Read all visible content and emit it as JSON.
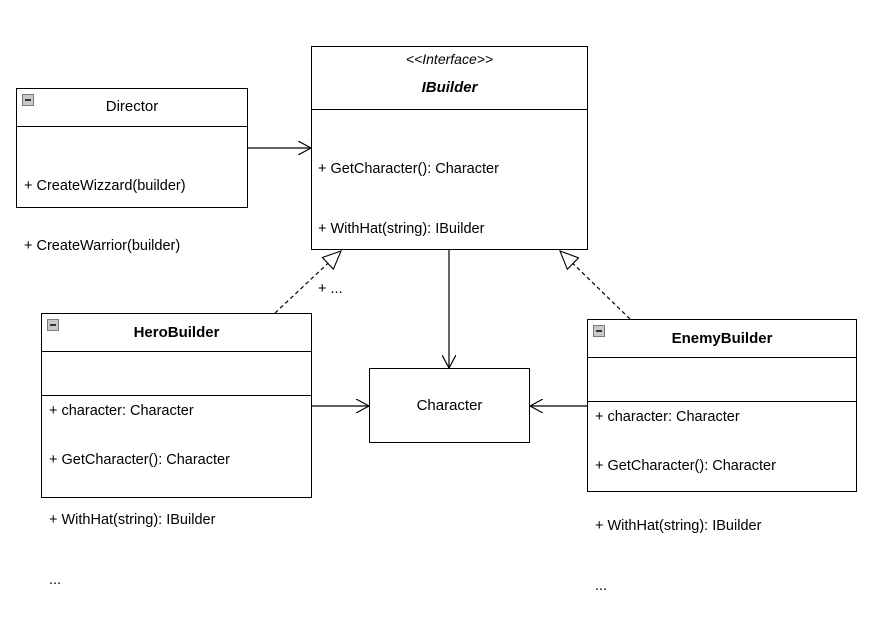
{
  "director": {
    "name": "Director",
    "methods": [
      "+ CreateWizzard(builder)",
      "+ CreateWarrior(builder)"
    ]
  },
  "ibuilder": {
    "stereotype": "<<Interface>>",
    "name": "IBuilder",
    "methods": [
      "+ GetCharacter(): Character",
      "+ WithHat(string): IBuilder",
      "+ ..."
    ]
  },
  "herobuilder": {
    "name": "HeroBuilder",
    "fields": [
      "+ character: Character"
    ],
    "methods": [
      "+ GetCharacter(): Character",
      "+ WithHat(string): IBuilder",
      "..."
    ]
  },
  "enemybuilder": {
    "name": "EnemyBuilder",
    "fields": [
      "+ character: Character"
    ],
    "methods": [
      "+ GetCharacter(): Character",
      "+ WithHat(string): IBuilder",
      "..."
    ]
  },
  "character": {
    "name": "Character"
  },
  "relations": [
    {
      "from": "Director",
      "to": "IBuilder",
      "kind": "association"
    },
    {
      "from": "HeroBuilder",
      "to": "IBuilder",
      "kind": "realization"
    },
    {
      "from": "EnemyBuilder",
      "to": "IBuilder",
      "kind": "realization"
    },
    {
      "from": "IBuilder",
      "to": "Character",
      "kind": "association"
    },
    {
      "from": "HeroBuilder",
      "to": "Character",
      "kind": "association"
    },
    {
      "from": "EnemyBuilder",
      "to": "Character",
      "kind": "association"
    }
  ]
}
